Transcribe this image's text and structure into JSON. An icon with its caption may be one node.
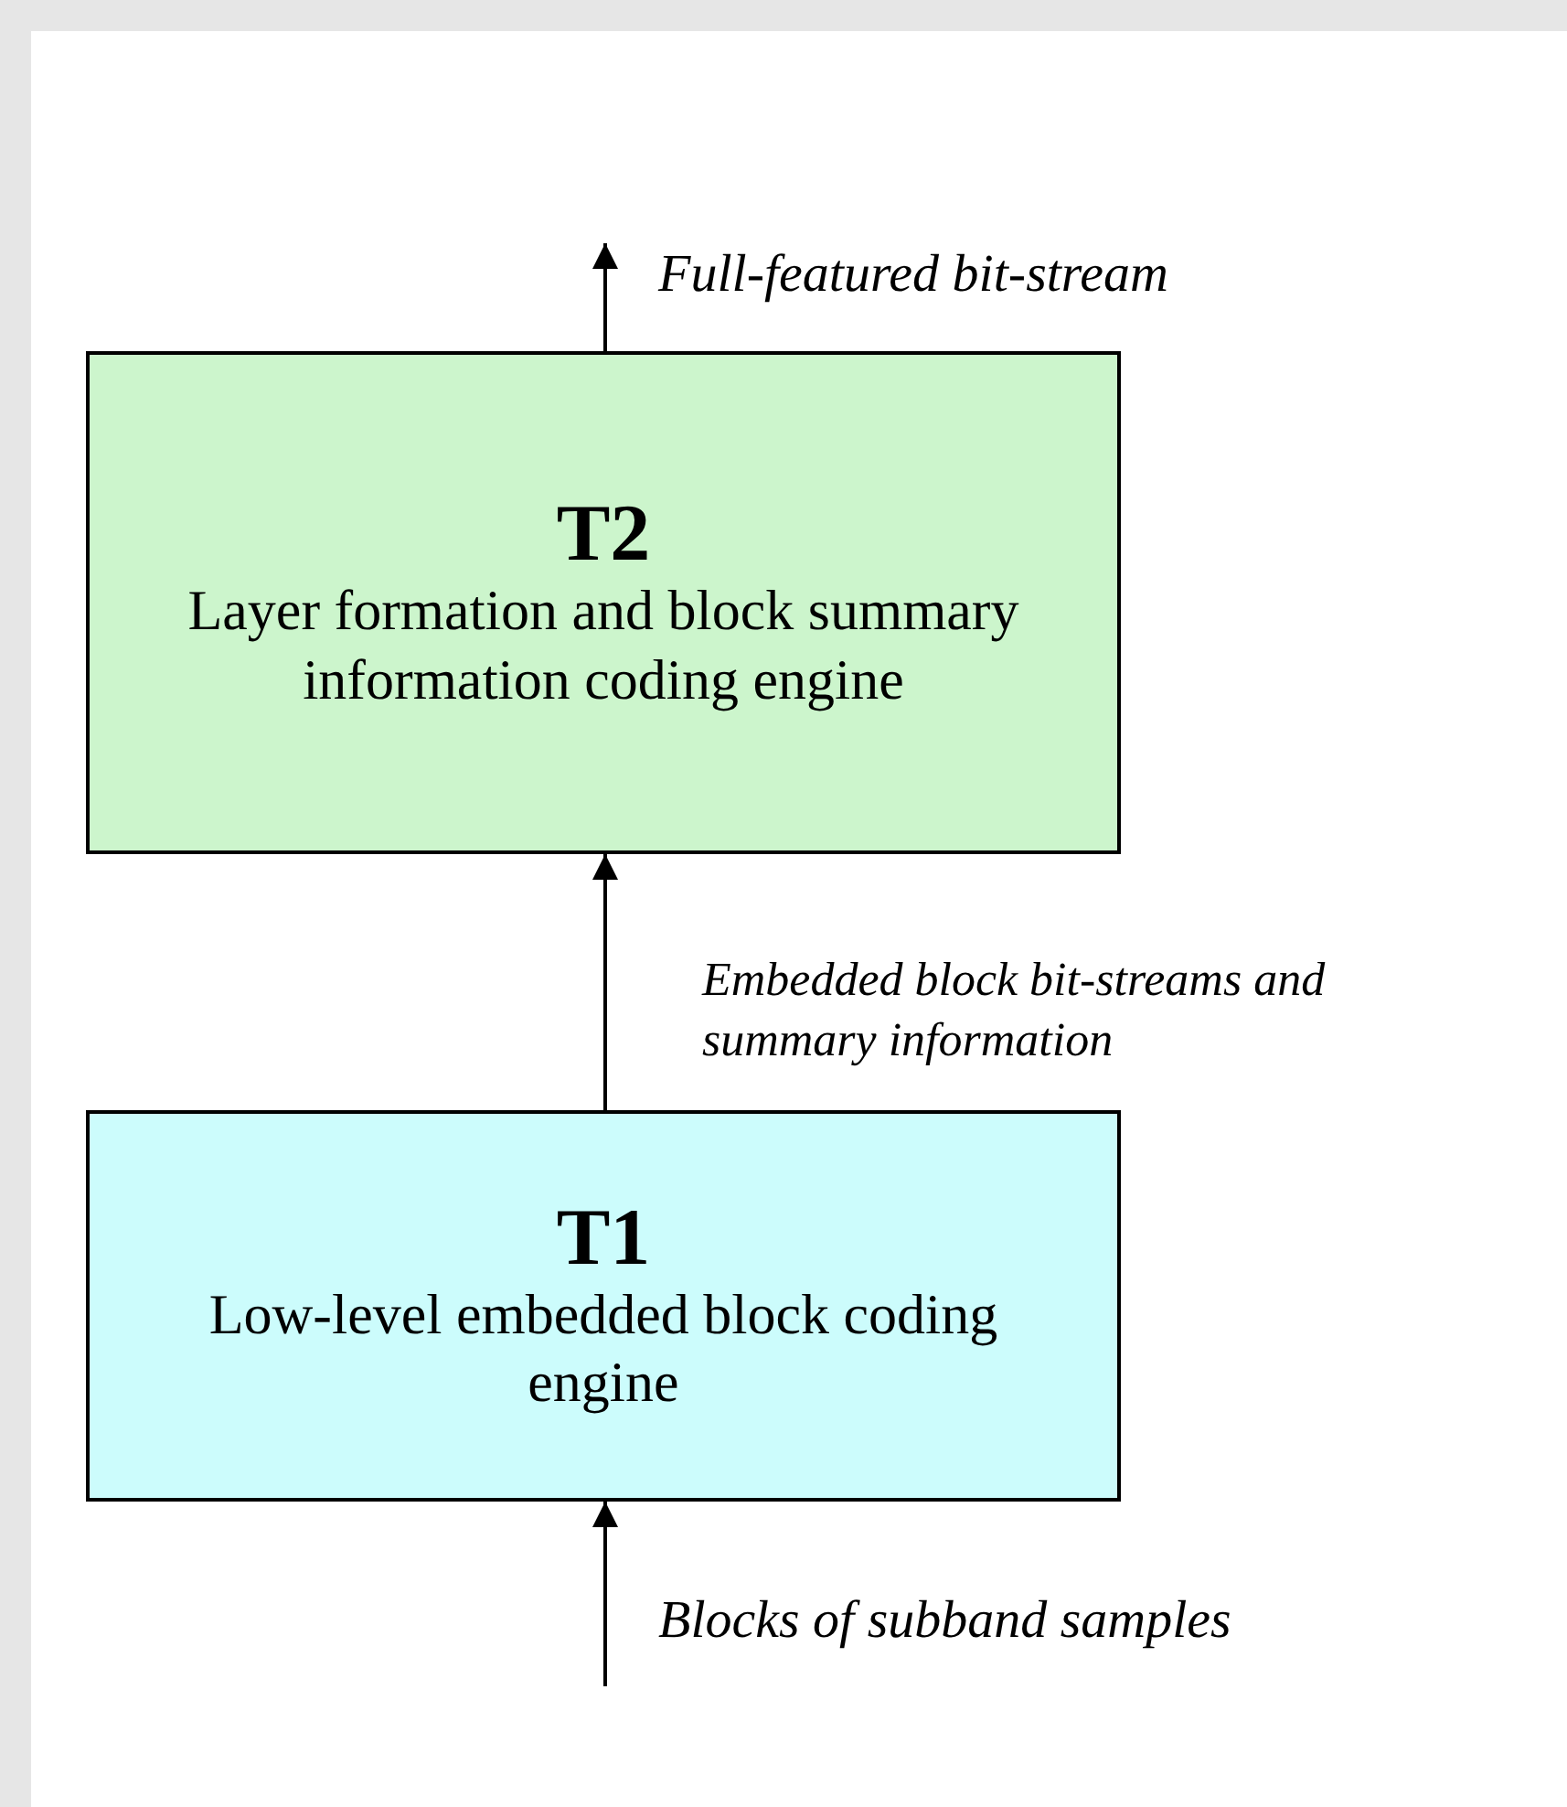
{
  "diagram": {
    "nodes": [
      {
        "text": [
          "T2",
          "Layer formation and block summary information coding engine"
        ]
      },
      {
        "text": [
          "T1",
          "Low-level embedded block coding engine"
        ]
      }
    ],
    "edges": [
      {
        "from": 0,
        "to": null,
        "arrow": "to",
        "label": "Full-featured bit-stream"
      },
      {
        "from": 1,
        "to": 0,
        "arrow": "to",
        "label": "Embedded block bit-streams and summary information"
      },
      {
        "from": null,
        "to": 1,
        "arrow": "to",
        "label": "Blocks of subband samples"
      }
    ]
  }
}
